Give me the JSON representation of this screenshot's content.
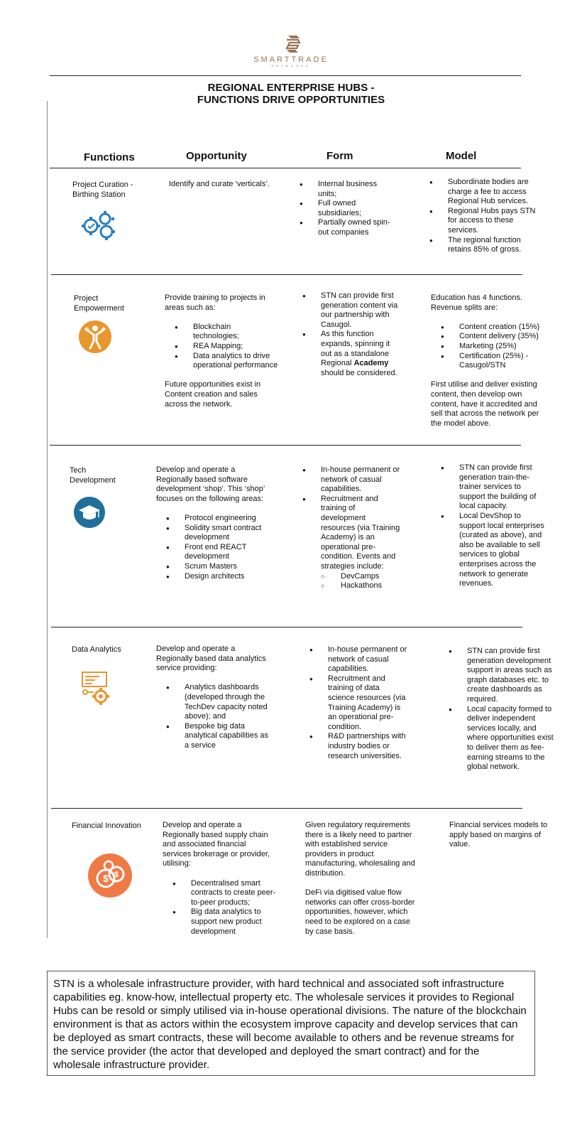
{
  "logo": {
    "wordmark": "SMARTTRADE",
    "sub": "NETWORKS"
  },
  "title": {
    "line1": "REGIONAL ENTERPRISE HUBS -",
    "line2": "FUNCTIONS DRIVE OPPORTUNITIES"
  },
  "headers": {
    "functions": "Functions",
    "opportunity": "Opportunity",
    "form": "Form",
    "model": "Model"
  },
  "rows": [
    {
      "function": [
        "Project Curation -",
        "Birthing Station"
      ],
      "icon": "gears-icon",
      "opportunity": {
        "text": "Identify and curate ‘verticals’."
      },
      "form": {
        "bullets": [
          "Internal business units;",
          "Full owned subsidiaries;",
          "Partially owned spin-out companies"
        ]
      },
      "model": {
        "bullets": [
          "Subordinate bodies are charge a fee to access Regional Hub services.",
          "Regional Hubs pays STN for access to these services.",
          "The regional function retains 85% of gross."
        ]
      }
    },
    {
      "function": [
        "Project",
        "Empowerment"
      ],
      "icon": "empowerment-person-icon",
      "opportunity": {
        "intro": "Provide training to projects in areas such as:",
        "bullets": [
          "Blockchain technologies;",
          "REA Mapping;",
          "Data analytics to drive operational performance"
        ],
        "outro": "Future opportunities exist in Content creation and sales across the network."
      },
      "form": {
        "b1": "STN can provide first generation content via our partnership with Casugol.",
        "b2_pre": "As this function expands, spinning it out as a standalone Regional ",
        "b2_bold": "Academy",
        "b2_post": " should be considered."
      },
      "model": {
        "intro": "Education has 4 functions. Revenue splits are:",
        "bullets": [
          "Content creation (15%)",
          "Content delivery (35%)",
          "Marketing (25%)",
          "Certification (25%) - Casugol/STN"
        ],
        "outro": "First utilise and deliver existing content, then develop own content, have it accredited and sell that across the network per the model above."
      }
    },
    {
      "function": [
        "Tech",
        "Development"
      ],
      "icon": "graduation-cap-icon",
      "opportunity": {
        "intro": "Develop and operate a Regionally based software development ‘shop’. This ‘shop’ focuses on the following areas:",
        "bullets": [
          "Protocol engineering",
          "Solidity smart contract development",
          "Front end REACT development",
          "Scrum Masters",
          "Design architects"
        ]
      },
      "form": {
        "bullets": [
          "In-house permanent or network of casual capabilities.",
          "Recruitment and training of development resources (via Training Academy) is an operational pre-condition. Events and strategies include:"
        ],
        "sub": [
          "DevCamps",
          "Hackathons"
        ]
      },
      "model": {
        "bullets": [
          "STN can provide first generation train-the-trainer services to support the building of local capacity.",
          "Local DevShop to support local enterprises (curated as above), and also be available to sell services to global enterprises across the network to generate revenues."
        ]
      }
    },
    {
      "function": [
        "Data Analytics"
      ],
      "icon": "analytics-gear-icon",
      "opportunity": {
        "intro": "Develop and operate a Regionally based data analytics service providing:",
        "bullets": [
          "Analytics dashboards (developed through the TechDev capacity noted above); and",
          "Bespoke big data analytical capabilities as a service"
        ]
      },
      "form": {
        "bullets": [
          "In-house permanent or network of casual capabilities.",
          "Recruitment and training of data science resources (via Training Academy) is an operational pre-condition.",
          "R&D partnerships with industry bodies or research universities."
        ]
      },
      "model": {
        "bullets": [
          "STN can provide first generation development support in areas such as graph databases etc. to create dashboards as required.",
          "Local capacity formed to deliver independent services locally, and where opportunities exist to deliver them as fee-earning streams to the global network."
        ]
      }
    },
    {
      "function": [
        "Financial Innovation"
      ],
      "icon": "coins-icon",
      "opportunity": {
        "intro": "Develop and operate a Regionally based supply chain and associated financial services brokerage or provider, utilising:",
        "bullets": [
          "Decentralised smart contracts to create peer-to-peer products;",
          "Big data analytics to support new product development"
        ]
      },
      "form": {
        "p1": "Given regulatory requirements there is a likely need to partner with established service providers in product manufacturing, wholesaling and distribution.",
        "p2": "DeFi via digitised value flow networks can offer cross-border opportunities, however, which need to be explored on a case by case basis."
      },
      "model": {
        "text": "Financial services models to apply based on margins of value."
      }
    }
  ],
  "summary": "STN is a wholesale infrastructure provider, with hard technical and associated soft infrastructure capabilities eg. know-how, intellectual property etc. The wholesale services it provides to Regional Hubs can be resold or simply utilised via in-house operational divisions. The nature of the blockchain environment is that as actors within the ecosystem improve capacity and develop services that can be deployed as smart contracts, these will become available to others and be revenue streams for the service provider (the actor that developed and deployed the smart contract) and for the wholesale infrastructure provider.",
  "colors": {
    "brand": "#9a7356",
    "blue": "#2a7fc1",
    "orange": "#e8962e",
    "teal": "#1f6f9a",
    "coin": "#ef7a45"
  }
}
